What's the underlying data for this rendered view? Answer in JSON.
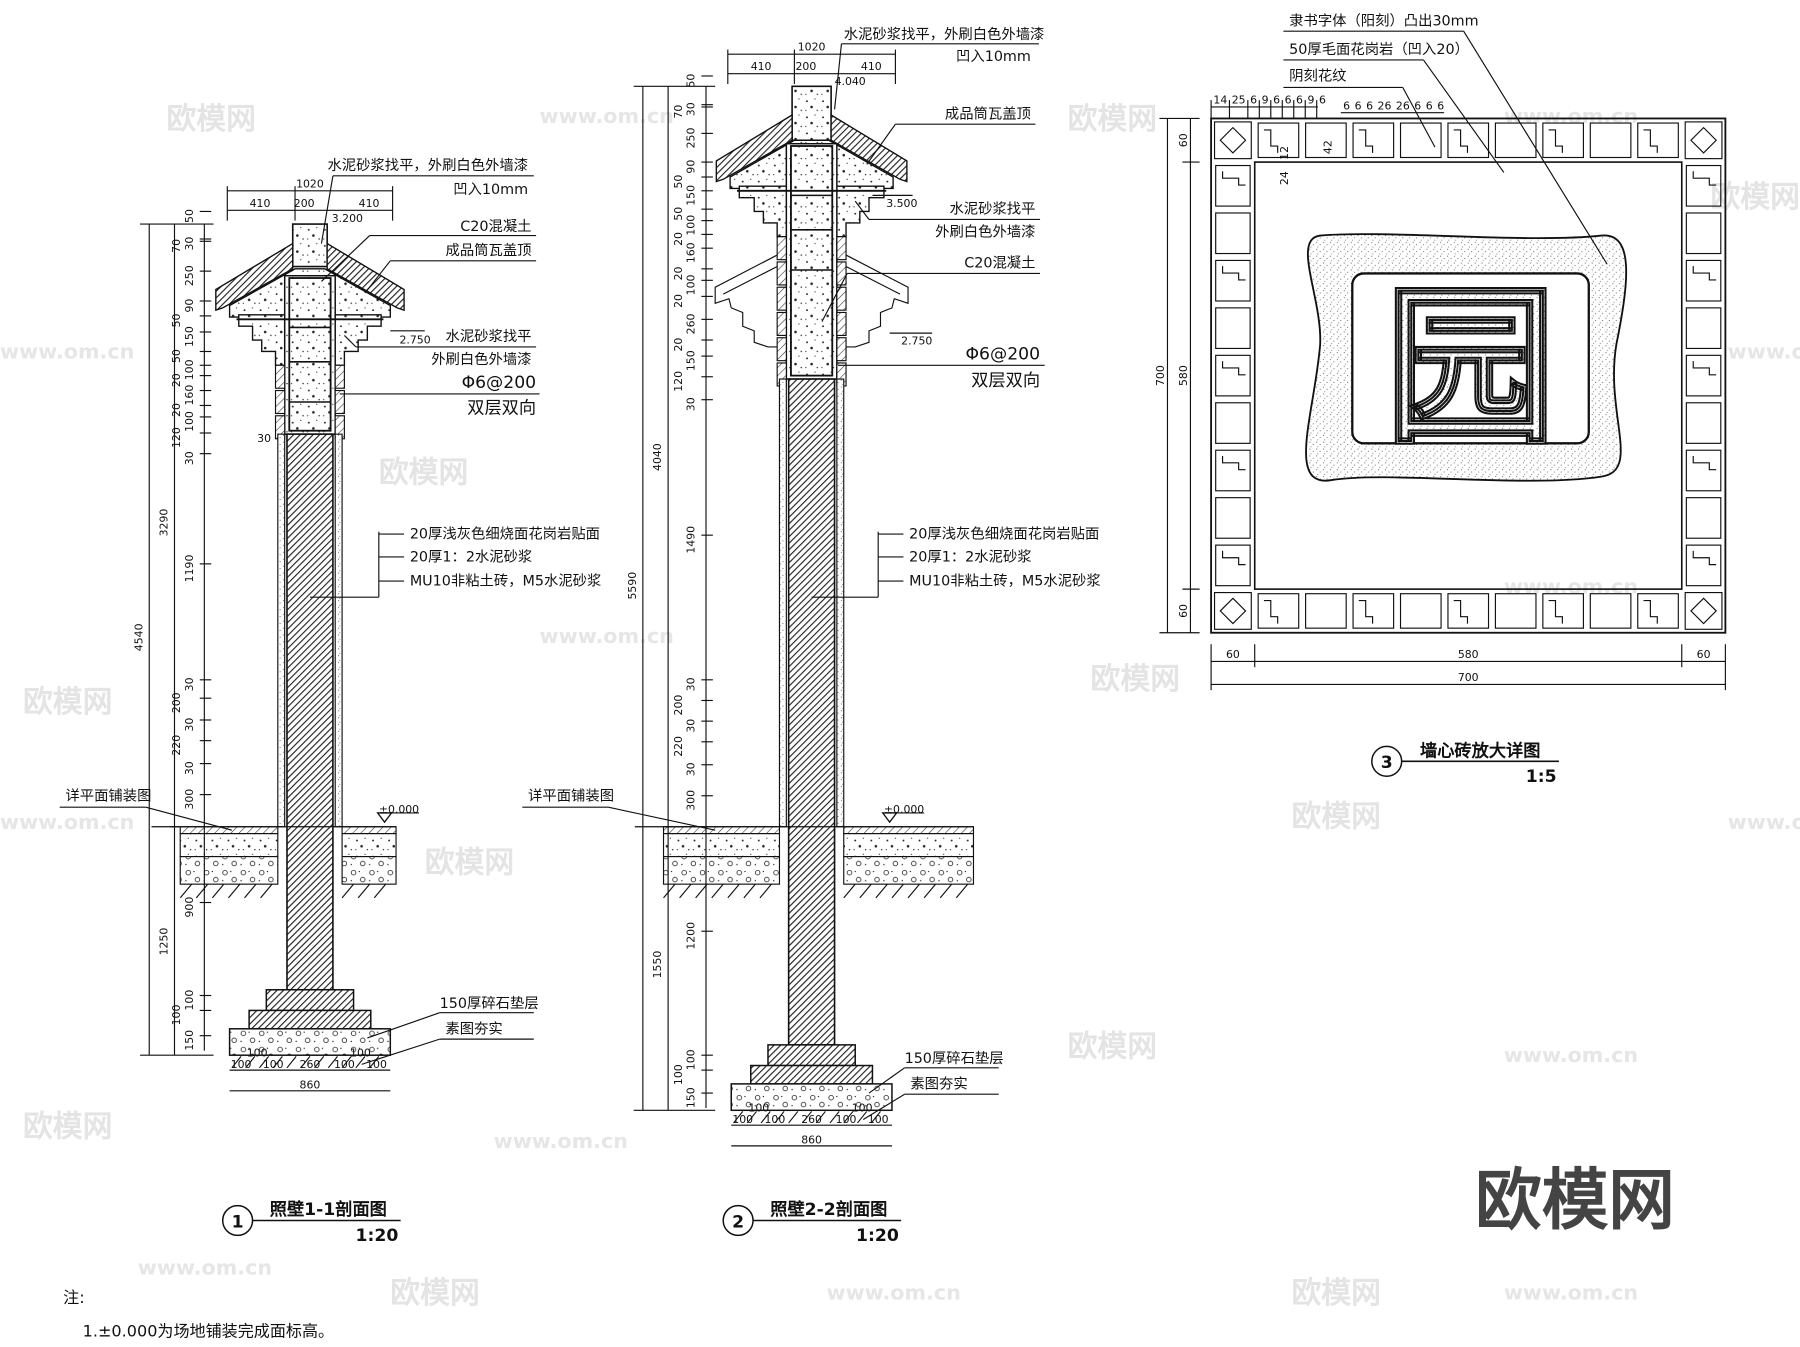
{
  "watermark": {
    "logo": "欧模网",
    "url": "www.om.cn"
  },
  "section1": {
    "title": "照壁1-1剖面图",
    "number": "1",
    "scale": "1:20",
    "labels": {
      "finish_top": "水泥砂浆找平，外刷白色外墙漆",
      "recess": "凹入10mm",
      "concrete": "C20混凝土",
      "tile_cap": "成品筒瓦盖顶",
      "mortar": "水泥砂浆找平",
      "paint": "外刷白色外墙漆",
      "rebar": "Φ6@200",
      "rebar_note": "双层双向",
      "layer1": "20厚浅灰色细烧面花岗岩贴面",
      "layer2": "20厚1：2水泥砂浆",
      "layer3": "MU10非粘土砖，M5水泥砂浆",
      "paving_ref": "详平面铺装图",
      "ground_level": "±0.000",
      "gravel": "150厚碎石垫层",
      "soil": "素图夯实",
      "elev_top": "3.200",
      "elev_eave": "2.750",
      "side30": "30"
    },
    "dims_top": [
      "1020",
      "410",
      "200",
      "410"
    ],
    "dims_bottom": [
      "100",
      "100",
      "100",
      "260",
      "100",
      "100",
      "100"
    ],
    "dim_base": "860",
    "dims_chain": [
      "50",
      "30",
      "70",
      "250",
      "90",
      "50",
      "150",
      "50",
      "100",
      "20",
      "160",
      "20",
      "100",
      "120",
      "30",
      "1190",
      "30",
      "200",
      "30",
      "220",
      "30",
      "300",
      "900",
      "100",
      "100",
      "150"
    ],
    "dims_outer": [
      "3290",
      "1250",
      "4540"
    ]
  },
  "section2": {
    "title": "照壁2-2剖面图",
    "number": "2",
    "scale": "1:20",
    "labels": {
      "finish_top": "水泥砂浆找平，外刷白色外墙漆",
      "recess": "凹入10mm",
      "tile_cap": "成品筒瓦盖顶",
      "mortar": "水泥砂浆找平",
      "paint": "外刷白色外墙漆",
      "concrete": "C20混凝土",
      "rebar": "Φ6@200",
      "rebar_note": "双层双向",
      "layer1": "20厚浅灰色细烧面花岗岩贴面",
      "layer2": "20厚1：2水泥砂浆",
      "layer3": "MU10非粘土砖，M5水泥砂浆",
      "paving_ref": "详平面铺装图",
      "ground_level": "±0.000",
      "gravel": "150厚碎石垫层",
      "soil": "素图夯实",
      "elev_top": "4.040",
      "elev_mid": "3.500",
      "elev_eave": "2.750"
    },
    "dims_top": [
      "1020",
      "410",
      "200",
      "410"
    ],
    "dims_bottom": [
      "100",
      "100",
      "100",
      "260",
      "100",
      "100",
      "100"
    ],
    "dim_base": "860",
    "dims_chain": [
      "50",
      "30",
      "70",
      "250",
      "90",
      "50",
      "150",
      "50",
      "100",
      "20",
      "160",
      "20",
      "100",
      "20",
      "260",
      "20",
      "150",
      "120",
      "30",
      "1490",
      "30",
      "200",
      "30",
      "220",
      "30",
      "300",
      "1200",
      "100",
      "100",
      "150"
    ],
    "dims_outer": [
      "4040",
      "1550",
      "5590"
    ]
  },
  "detail3": {
    "title": "墙心砖放大详图",
    "number": "3",
    "scale": "1:5",
    "character": "园",
    "labels": {
      "font_note": "隶书字体（阳刻）凸出30mm",
      "granite": "50厚毛面花岗岩（凹入20）",
      "pattern": "阴刻花纹"
    },
    "dims_top_left": [
      "14",
      "25",
      "6",
      "9",
      "6",
      "6",
      "6",
      "9",
      "6"
    ],
    "dims_top_mid": [
      "6",
      "6",
      "6",
      "26",
      "26",
      "6",
      "6",
      "6"
    ],
    "dims_side_cell": [
      "12",
      "24",
      "42"
    ],
    "dims_left": [
      "60",
      "580",
      "60",
      "700"
    ],
    "dims_bottom": [
      "60",
      "580",
      "60",
      "700"
    ]
  },
  "notes": {
    "heading": "注:",
    "items": [
      "1.±0.000为场地铺装完成面标高。"
    ]
  }
}
